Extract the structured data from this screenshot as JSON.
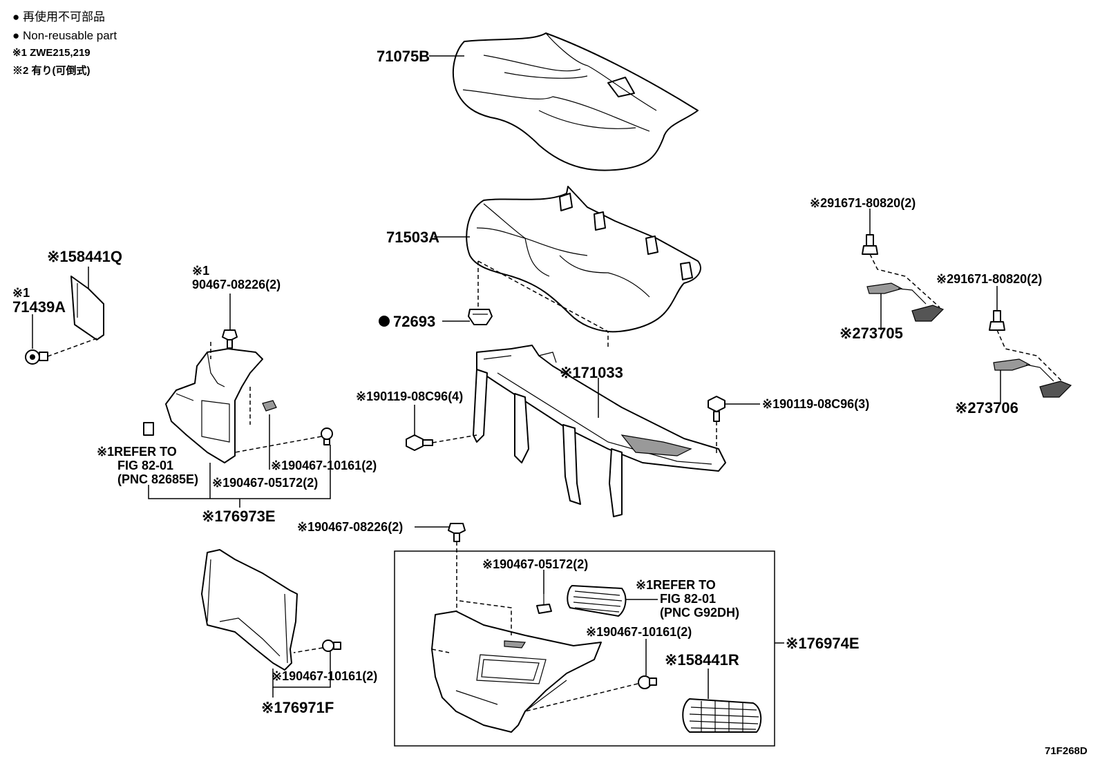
{
  "legend": {
    "line1": "● 再使用不可部品",
    "line2": "● Non-reusable part",
    "line3": "※1 ZWE215,219",
    "line4": "※2 有り(可倒式)"
  },
  "callouts": {
    "c_71075B": "71075B",
    "c_71503A": "71503A",
    "c_72693": "72693",
    "c_71033": "※171033",
    "c_90119_08C96_4": "※190119-08C96(4)",
    "c_90119_08C96_3": "※190119-08C96(3)",
    "c_91671_a": "※291671-80820(2)",
    "c_91671_b": "※291671-80820(2)",
    "c_73705": "※273705",
    "c_73706": "※273706",
    "c_58441Q": "※158441Q",
    "c_71439A_mark": "※1",
    "c_71439A": "71439A",
    "c_90467_08226_mark": "※1",
    "c_90467_08226": "90467-08226(2)",
    "c_refer1_l1": "※1REFER TO",
    "c_refer1_l2": "FIG 82-01",
    "c_refer1_l3": "(PNC 82685E)",
    "c_90467_10161_a": "※190467-10161(2)",
    "c_90467_05172_a": "※190467-05172(2)",
    "c_76973E": "※176973E",
    "c_90467_08226_b": "※190467-08226(2)",
    "c_90467_05172_b": "※190467-05172(2)",
    "c_refer2_l1": "※1REFER TO",
    "c_refer2_l2": "FIG 82-01",
    "c_refer2_l3": "(PNC G92DH)",
    "c_90467_10161_b": "※190467-10161(2)",
    "c_76974E": "※176974E",
    "c_58441R": "※158441R",
    "c_90467_10161_c": "※190467-10161(2)",
    "c_76971F": "※176971F",
    "figure_code": "71F268D"
  }
}
